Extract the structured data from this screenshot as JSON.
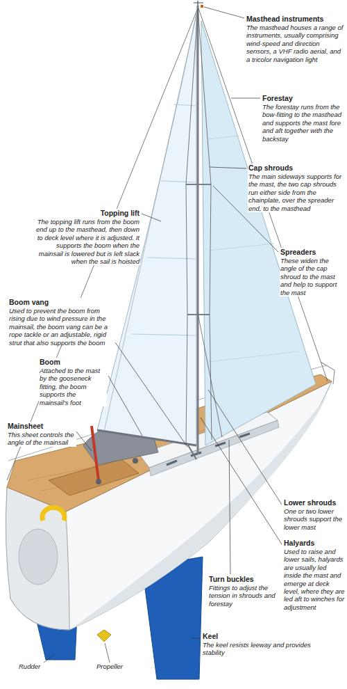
{
  "diagram": {
    "labels": [
      "Masthead instruments",
      "The masthead houses a range of instruments, usually comprising wind-speed and direction sensors, a VHF radio aerial, and a tricolor navigation light",
      "Forestay",
      "The forestay runs from the bow-fitting to the masthead and supports the mast fore and aft together with the backstay",
      "Cap shrouds",
      "The main sideways supports for the mast, the two cap shrouds run either side from the chainplate, over the spreader end, to the masthead",
      "Topping lift",
      "The topping lift runs from the boom end up to the masthead, then down to deck level where it is adjusted. It supports the boom when the mainsail is lowered but is left slack when the sail is hoisted",
      "Spreaders",
      "These widen the angle of the cap shroud to the mast and help to support the mast",
      "Boom vang",
      "Used to prevent the boom from rising due to wind pressure in the mainsail, the boom vang can be a rope tackle or an adjustable, rigid strut that also supports the boom",
      "Boom",
      "Attached to the mast by the gooseneck fitting, the boom supports the mainsail's foot",
      "Mainsheet",
      "This sheet controls the angle of the mainsail",
      "Lower shrouds",
      "One or two lower shrouds support the lower mast",
      "Halyards",
      "Used to raise and lower sails, halyards are usually led inside the mast and emerge at deck level, where they are led aft to winches for adjustment",
      "Turn buckles",
      "Fittings to adjust the tension in shrouds and forestay",
      "Keel",
      "The keel resists leeway and provides stability",
      "Rudder",
      "Propeller"
    ]
  }
}
